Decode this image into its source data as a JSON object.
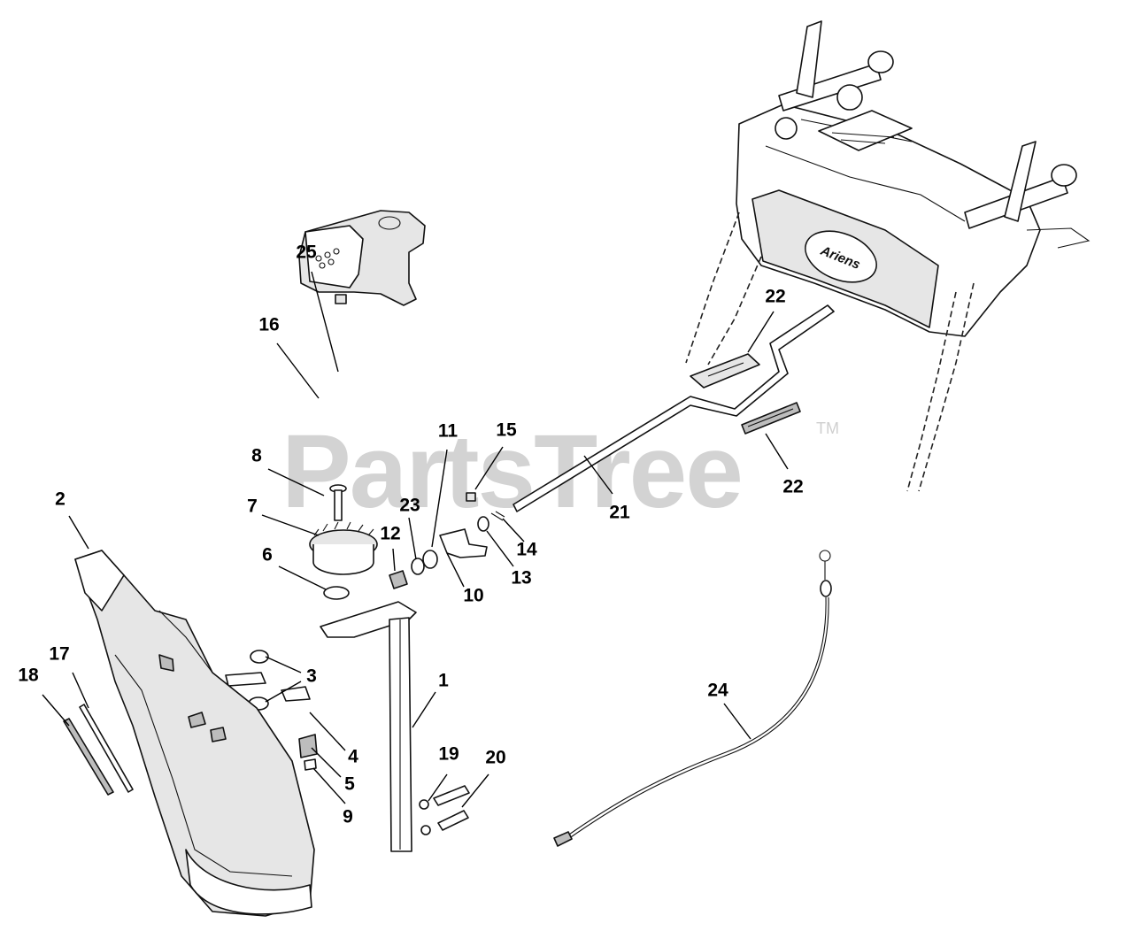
{
  "watermark": {
    "text": "PartsTree",
    "trademark": "TM"
  },
  "callouts": [
    {
      "id": "1",
      "label": "1"
    },
    {
      "id": "2",
      "label": "2"
    },
    {
      "id": "3",
      "label": "3"
    },
    {
      "id": "4",
      "label": "4"
    },
    {
      "id": "5",
      "label": "5"
    },
    {
      "id": "6",
      "label": "6"
    },
    {
      "id": "7",
      "label": "7"
    },
    {
      "id": "8",
      "label": "8"
    },
    {
      "id": "9",
      "label": "9"
    },
    {
      "id": "10",
      "label": "10"
    },
    {
      "id": "11",
      "label": "11"
    },
    {
      "id": "12",
      "label": "12"
    },
    {
      "id": "13",
      "label": "13"
    },
    {
      "id": "14",
      "label": "14"
    },
    {
      "id": "15",
      "label": "15"
    },
    {
      "id": "16",
      "label": "16"
    },
    {
      "id": "17",
      "label": "17"
    },
    {
      "id": "18",
      "label": "18"
    },
    {
      "id": "19",
      "label": "19"
    },
    {
      "id": "20",
      "label": "20"
    },
    {
      "id": "21",
      "label": "21"
    },
    {
      "id": "22a",
      "label": "22"
    },
    {
      "id": "22b",
      "label": "22"
    },
    {
      "id": "23",
      "label": "23"
    },
    {
      "id": "24",
      "label": "24"
    },
    {
      "id": "25",
      "label": "25"
    }
  ],
  "brand_logo": "Ariens",
  "colors": {
    "line": "#000000",
    "watermark": "#d3d3d3",
    "background": "#ffffff"
  }
}
